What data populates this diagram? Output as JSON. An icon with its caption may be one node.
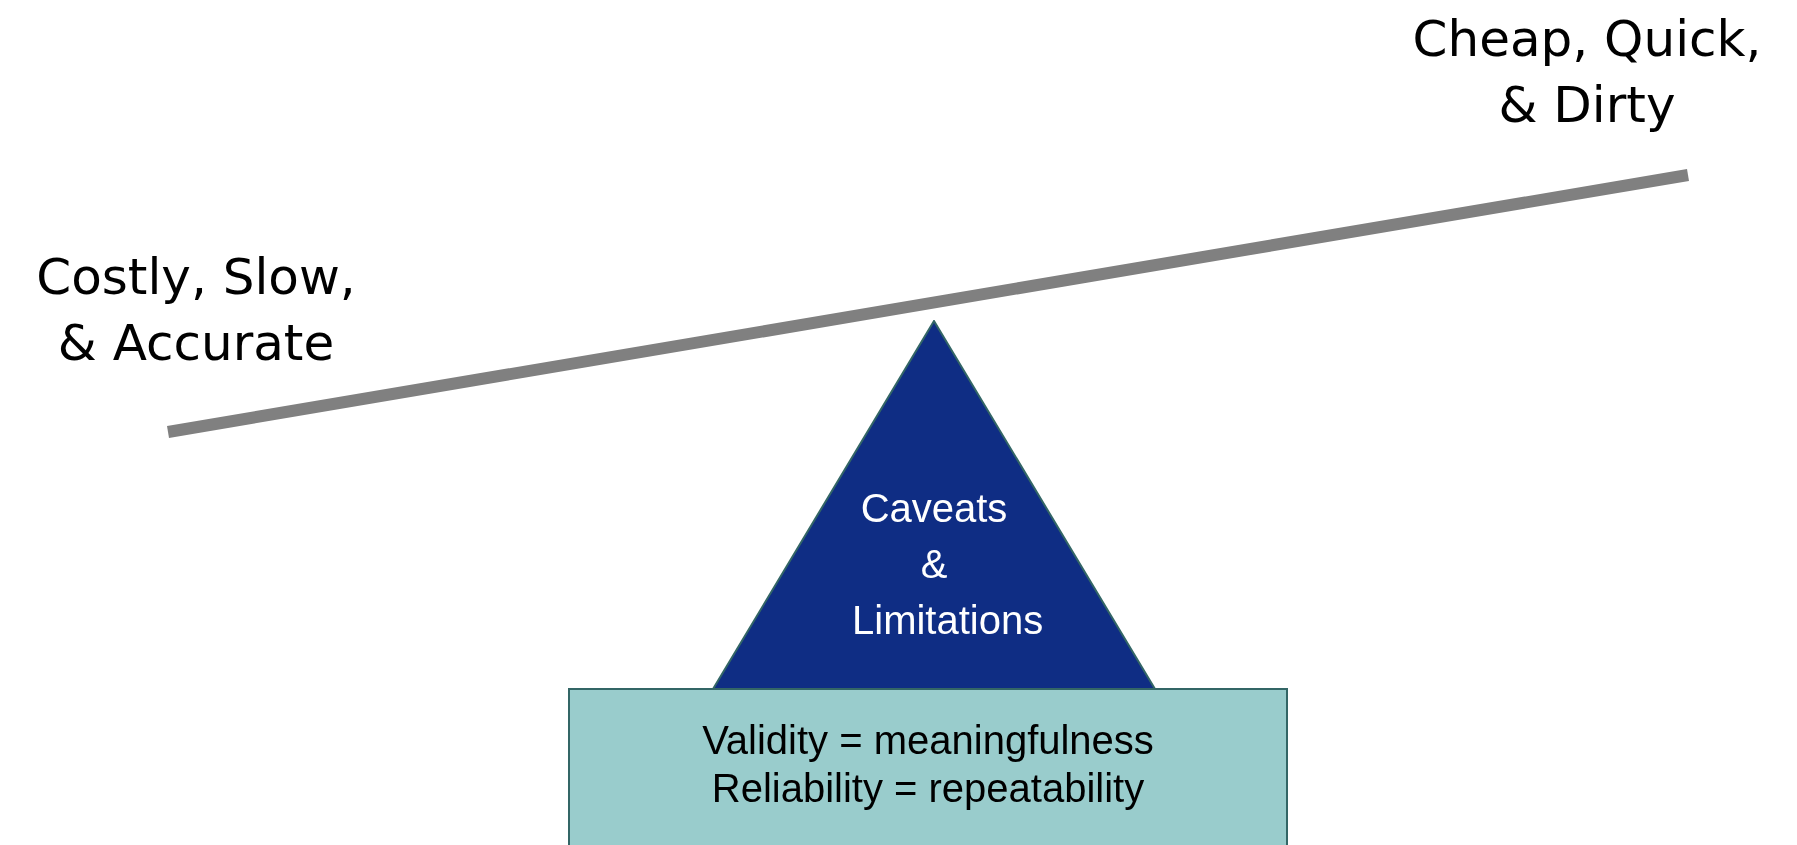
{
  "diagram": {
    "nodes": [
      {
        "text": [
          "Caveats & Limitations"
        ]
      },
      {
        "text": [
          "Validity = meaningfulness",
          "Reliability = repeatability"
        ]
      }
    ],
    "edges": [],
    "labels": [
      "Costly, Slow, & Accurate",
      "Cheap, Quick, & Dirty"
    ]
  }
}
